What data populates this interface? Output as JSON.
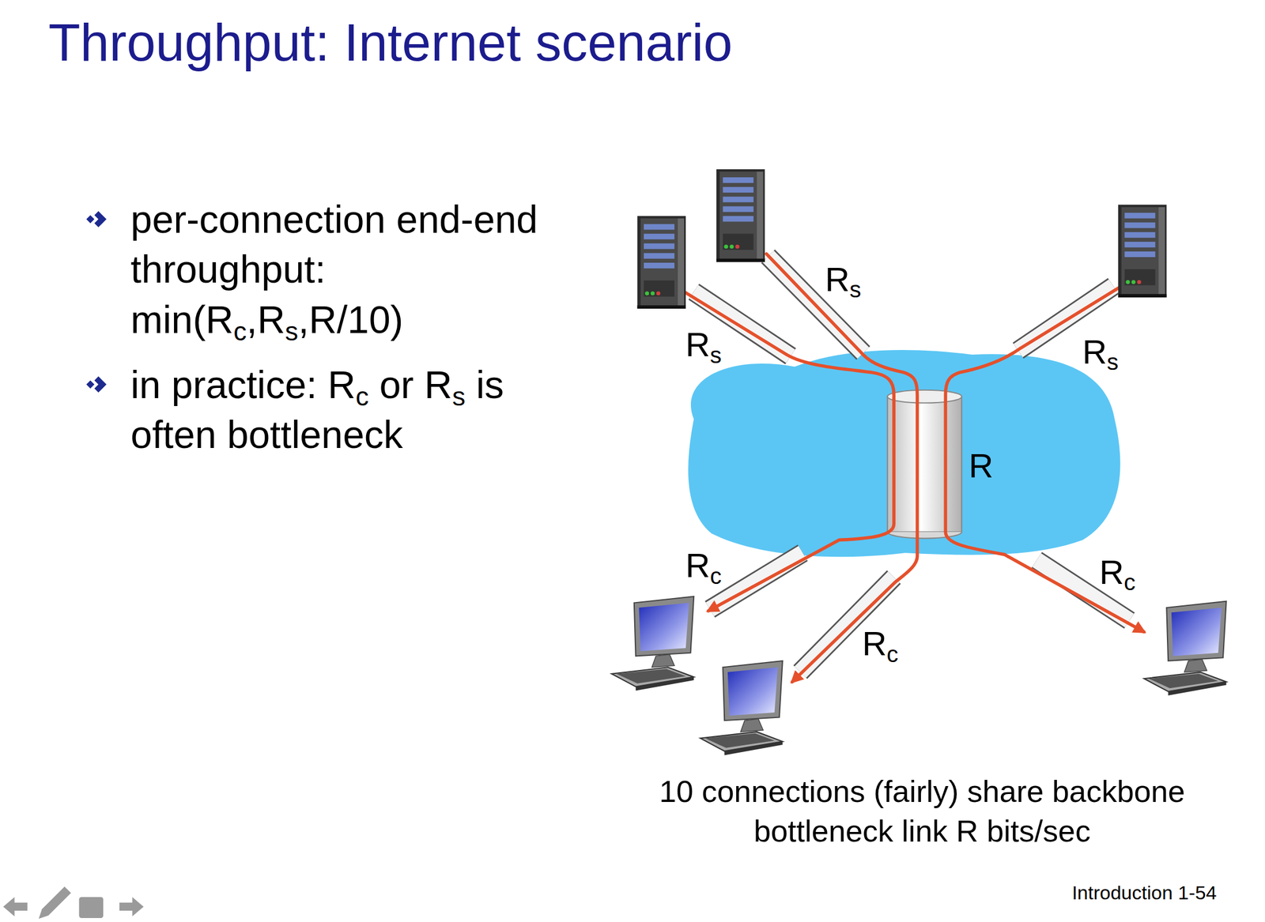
{
  "diagram": {
    "title": "Throughput: Internet scenario",
    "caption": "10 connections (fairly) share backbone bottleneck link R bits/sec",
    "labels": [
      "per-connection end-end throughput: min(Rc,Rs,R/10)",
      "in practice: Rc or Rs is often bottleneck",
      "Rs",
      "Rs",
      "Rs",
      "R",
      "Rc",
      "Rc",
      "Rc",
      "Introduction 1-54"
    ]
  }
}
